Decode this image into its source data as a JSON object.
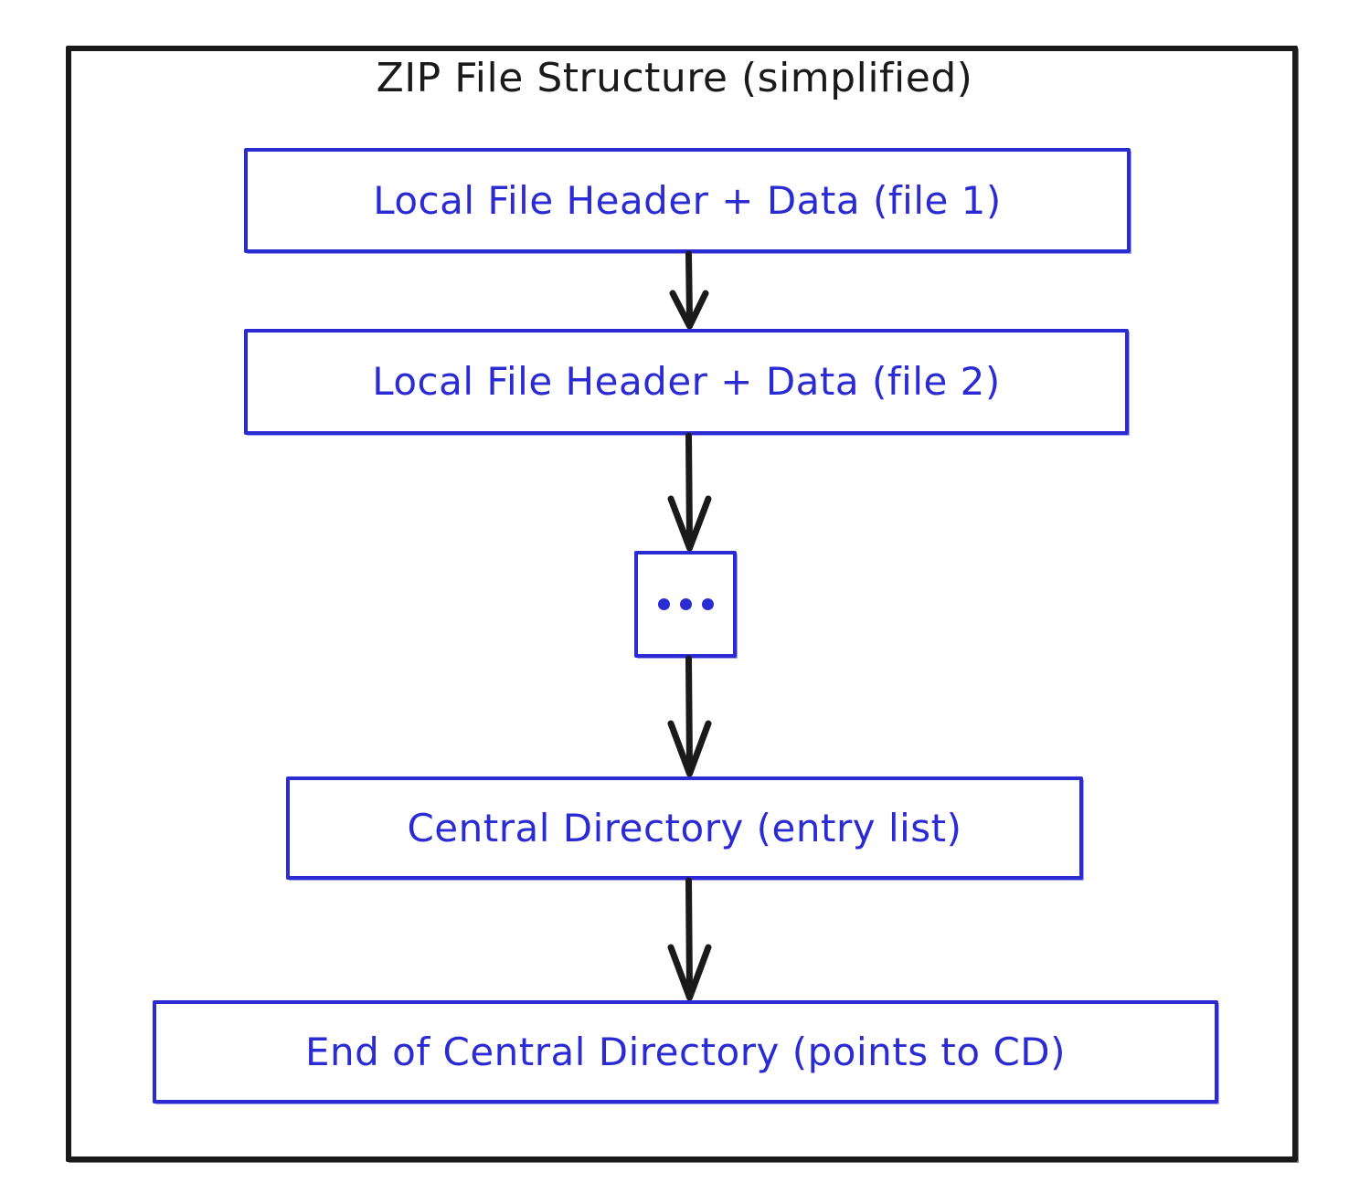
{
  "diagram": {
    "title": "ZIP File Structure (simplified)",
    "type": "flowchart",
    "direction": "top-to-bottom",
    "colors": {
      "frame": "#1a1a1a",
      "node_border": "#2b2bd4",
      "node_text": "#2b2bd4",
      "arrow": "#1a1a1a",
      "background": "#ffffff",
      "title_text": "#1a1a1a"
    },
    "nodes": [
      {
        "id": "file1",
        "label": "Local File Header + Data (file 1)"
      },
      {
        "id": "file2",
        "label": "Local File Header + Data (file 2)"
      },
      {
        "id": "ellipsis",
        "label": "..."
      },
      {
        "id": "cd",
        "label": "Central Directory (entry list)"
      },
      {
        "id": "eocd",
        "label": "End of Central Directory (points to CD)"
      }
    ],
    "edges": [
      {
        "from": "file1",
        "to": "file2",
        "label": ""
      },
      {
        "from": "file2",
        "to": "ellipsis",
        "label": ""
      },
      {
        "from": "ellipsis",
        "to": "cd",
        "label": ""
      },
      {
        "from": "cd",
        "to": "eocd",
        "label": ""
      }
    ]
  }
}
